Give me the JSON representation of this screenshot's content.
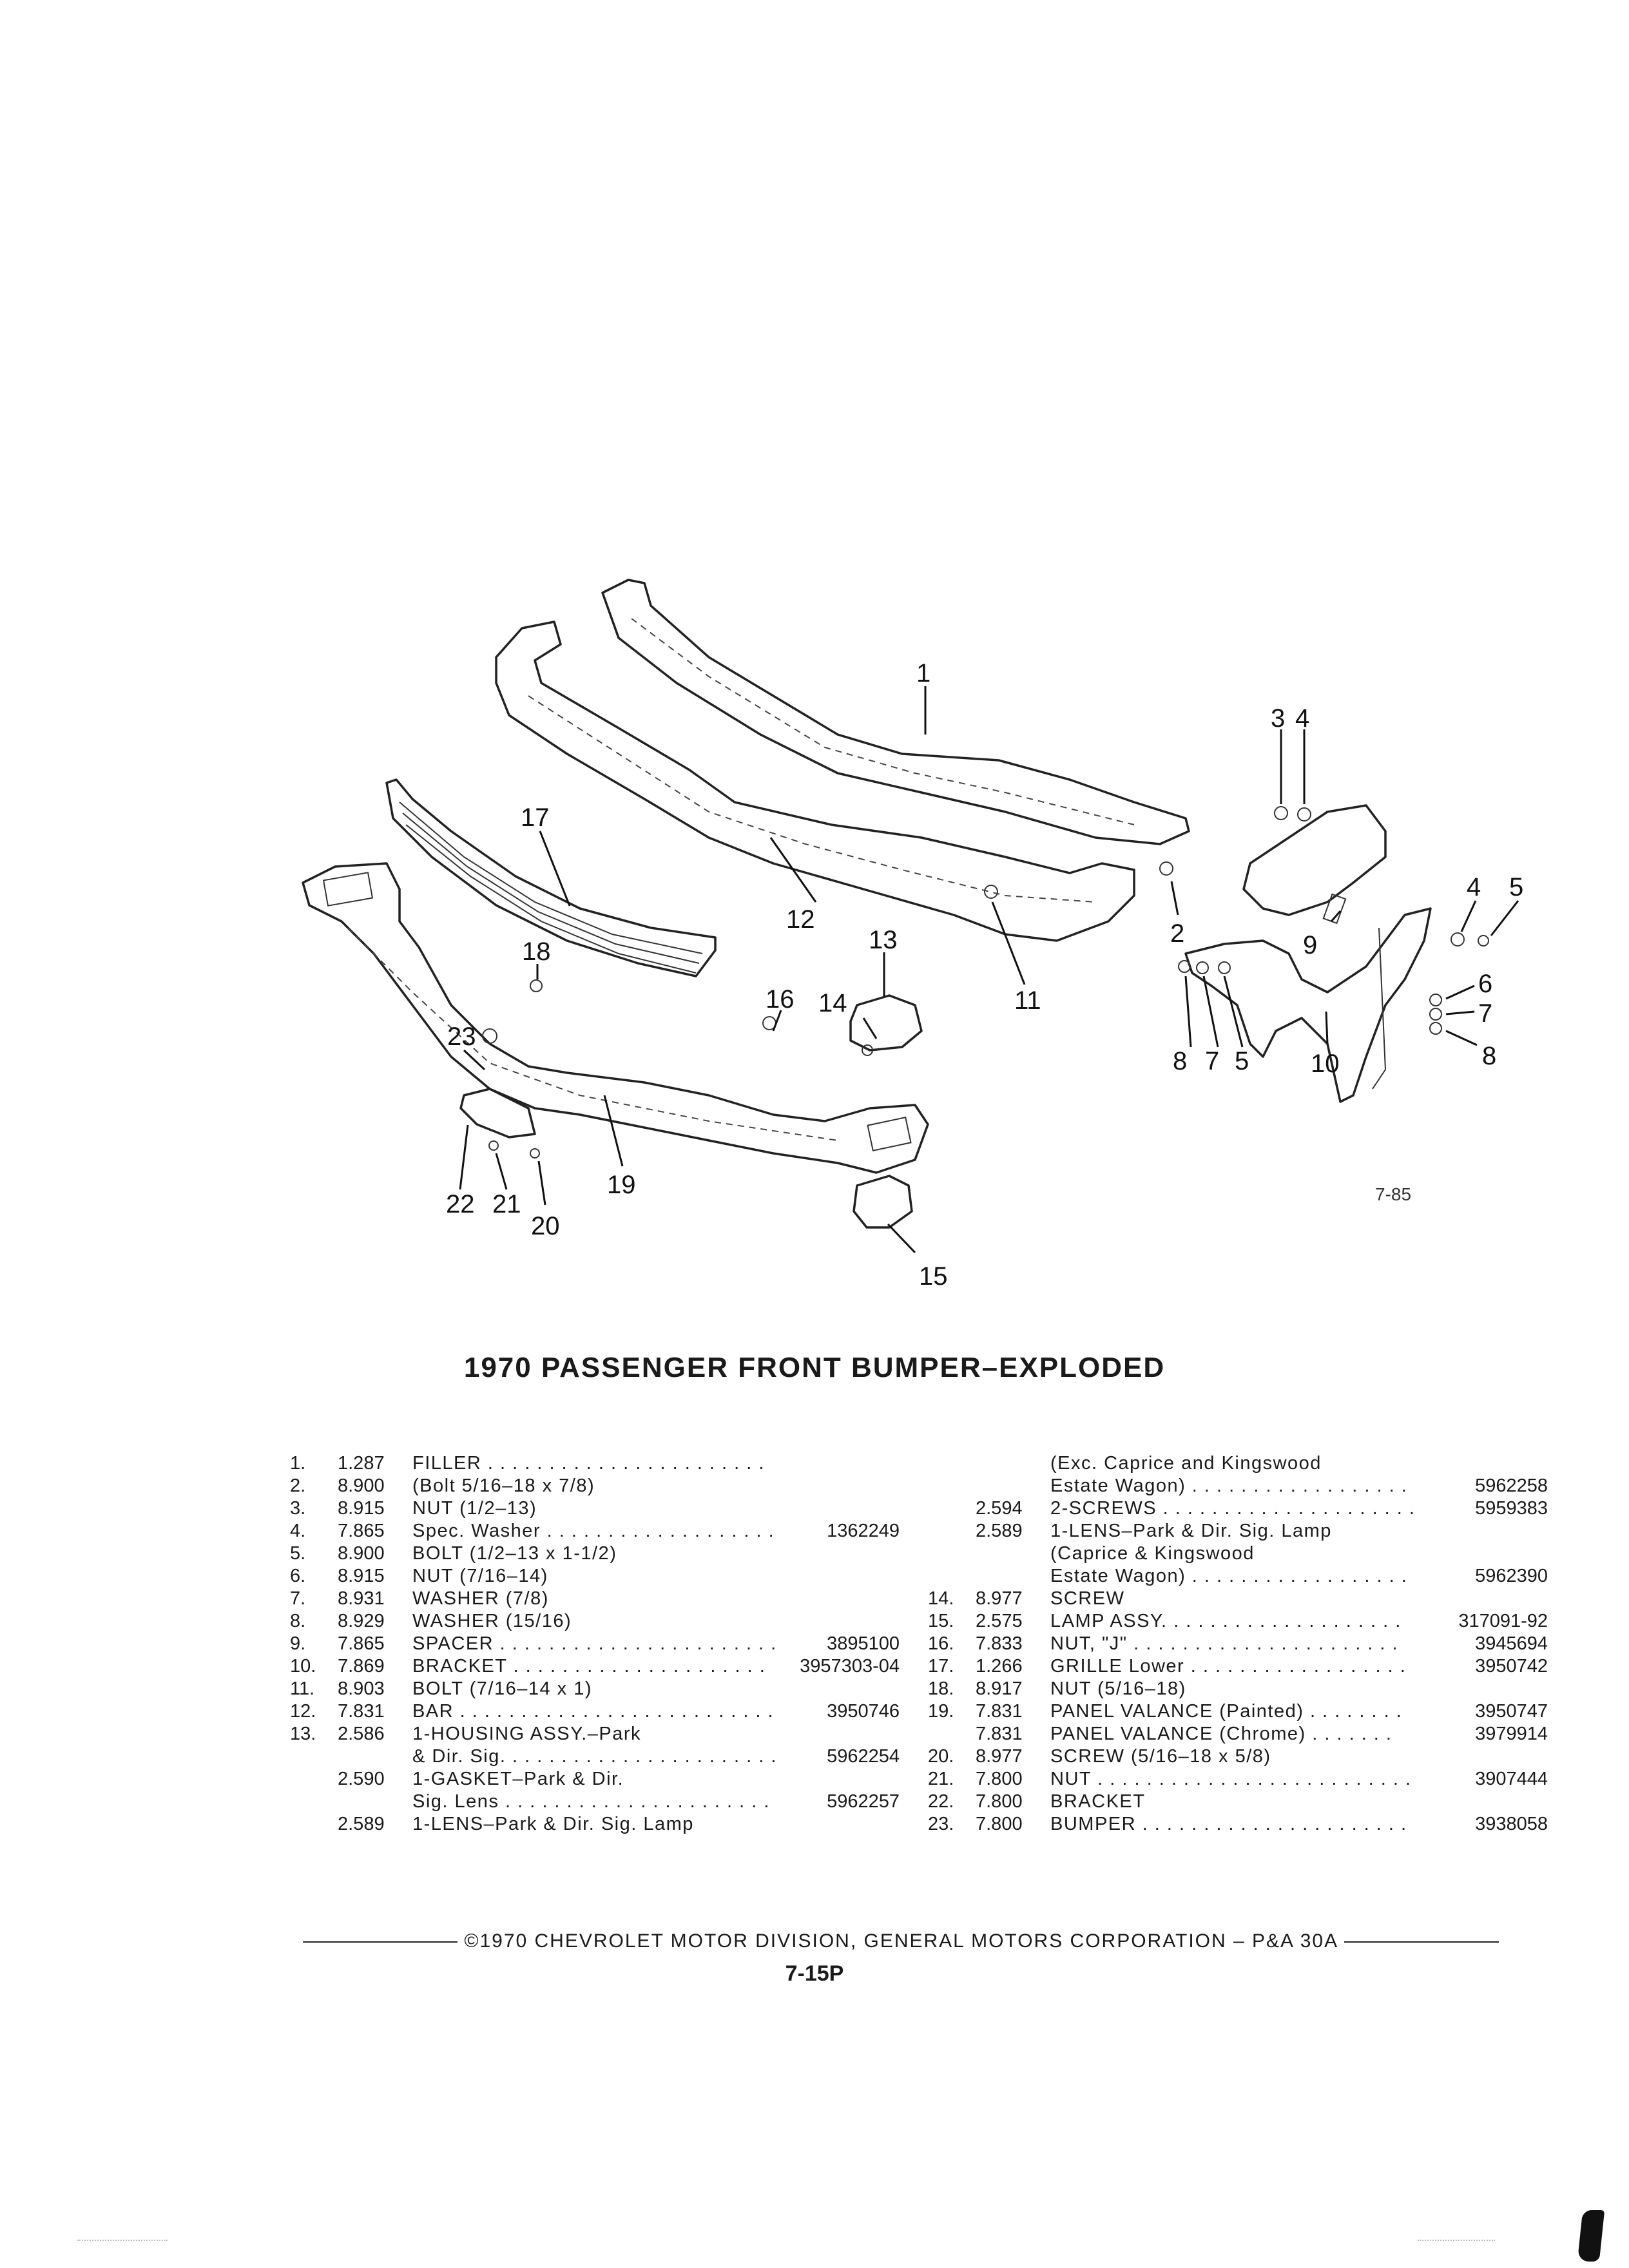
{
  "figure": {
    "code": "7-85",
    "callouts": [
      "1",
      "2",
      "3",
      "4",
      "4",
      "5",
      "6",
      "7",
      "8",
      "8",
      "7",
      "5",
      "9",
      "10",
      "11",
      "12",
      "13",
      "14",
      "15",
      "16",
      "17",
      "18",
      "19",
      "20",
      "21",
      "22",
      "23"
    ]
  },
  "title": "1970 PASSENGER FRONT BUMPER–EXPLODED",
  "parts_left": [
    {
      "no": "1.",
      "group": "1.287",
      "desc": "FILLER . . . . . . . . . . . . . . . . . . . . . . .",
      "part": ""
    },
    {
      "no": "2.",
      "group": "8.900",
      "desc": "(Bolt 5/16–18 x 7/8)",
      "part": ""
    },
    {
      "no": "3.",
      "group": "8.915",
      "desc": "NUT (1/2–13)",
      "part": ""
    },
    {
      "no": "4.",
      "group": "7.865",
      "desc": "Spec. Washer . . . . . . . . . . . . . . . . . . .",
      "part": "1362249"
    },
    {
      "no": "5.",
      "group": "8.900",
      "desc": "BOLT (1/2–13 x 1-1/2)",
      "part": ""
    },
    {
      "no": "6.",
      "group": "8.915",
      "desc": "NUT (7/16–14)",
      "part": ""
    },
    {
      "no": "7.",
      "group": "8.931",
      "desc": "WASHER (7/8)",
      "part": ""
    },
    {
      "no": "8.",
      "group": "8.929",
      "desc": "WASHER (15/16)",
      "part": ""
    },
    {
      "no": "9.",
      "group": "7.865",
      "desc": "SPACER . . . . . . . . . . . . . . . . . . . . . . .",
      "part": "3895100"
    },
    {
      "no": "10.",
      "group": "7.869",
      "desc": "BRACKET . . . . . . . . . . . . . . . . . . . . .",
      "part": "3957303-04"
    },
    {
      "no": "11.",
      "group": "8.903",
      "desc": "BOLT (7/16–14 x 1)",
      "part": ""
    },
    {
      "no": "12.",
      "group": "7.831",
      "desc": "BAR . . . . . . . . . . . . . . . . . . . . . . . . . .",
      "part": "3950746"
    },
    {
      "no": "13.",
      "group": "2.586",
      "desc": "1-HOUSING ASSY.–Park",
      "part": ""
    },
    {
      "no": "",
      "group": "",
      "desc": "& Dir. Sig. . . . . . . . . . . . . . . . . . . . . . .",
      "part": "5962254"
    },
    {
      "no": "",
      "group": "2.590",
      "desc": "1-GASKET–Park & Dir.",
      "part": ""
    },
    {
      "no": "",
      "group": "",
      "desc": "Sig. Lens . . . . . . . . . . . . . . . . . . . . . .",
      "part": "5962257"
    },
    {
      "no": "",
      "group": "2.589",
      "desc": "1-LENS–Park & Dir. Sig. Lamp",
      "part": ""
    }
  ],
  "parts_right": [
    {
      "no": "",
      "group": "",
      "desc": "(Exc. Caprice and Kingswood",
      "part": ""
    },
    {
      "no": "",
      "group": "",
      "desc": "Estate Wagon) . . . . . . . . . . . . . . . . . .",
      "part": "5962258"
    },
    {
      "no": "",
      "group": "2.594",
      "desc": "2-SCREWS . . . . . . . . . . . . . . . . . . . . .",
      "part": "5959383"
    },
    {
      "no": "",
      "group": "2.589",
      "desc": "1-LENS–Park & Dir. Sig. Lamp",
      "part": ""
    },
    {
      "no": "",
      "group": "",
      "desc": "(Caprice & Kingswood",
      "part": ""
    },
    {
      "no": "",
      "group": "",
      "desc": "Estate Wagon) . . . . . . . . . . . . . . . . . .",
      "part": "5962390"
    },
    {
      "no": "14.",
      "group": "8.977",
      "desc": "SCREW",
      "part": ""
    },
    {
      "no": "15.",
      "group": "2.575",
      "desc": "LAMP ASSY. . . . . . . . . . . . . . . . . . . .",
      "part": "317091-92"
    },
    {
      "no": "16.",
      "group": "7.833",
      "desc": "NUT, \"J\" . . . . . . . . . . . . . . . . . . . . . .",
      "part": "3945694"
    },
    {
      "no": "17.",
      "group": "1.266",
      "desc": "GRILLE Lower . . . . . . . . . . . . . . . . . .",
      "part": "3950742"
    },
    {
      "no": "18.",
      "group": "8.917",
      "desc": "NUT (5/16–18)",
      "part": ""
    },
    {
      "no": "19.",
      "group": "7.831",
      "desc": "PANEL VALANCE (Painted) . . . . . . . .",
      "part": "3950747"
    },
    {
      "no": "",
      "group": "7.831",
      "desc": "PANEL VALANCE (Chrome) . . . . . . .",
      "part": "3979914"
    },
    {
      "no": "20.",
      "group": "8.977",
      "desc": "SCREW (5/16–18 x 5/8)",
      "part": ""
    },
    {
      "no": "21.",
      "group": "7.800",
      "desc": "NUT . . . . . . . . . . . . . . . . . . . . . . . . . .",
      "part": "3907444"
    },
    {
      "no": "22.",
      "group": "7.800",
      "desc": "BRACKET",
      "part": ""
    },
    {
      "no": "23.",
      "group": "7.800",
      "desc": "BUMPER . . . . . . . . . . . . . . . . . . . . . .",
      "part": "3938058"
    }
  ],
  "footer": {
    "text": "©1970 CHEVROLET MOTOR DIVISION, GENERAL MOTORS CORPORATION – P&A 30A",
    "page": "7-15P"
  }
}
